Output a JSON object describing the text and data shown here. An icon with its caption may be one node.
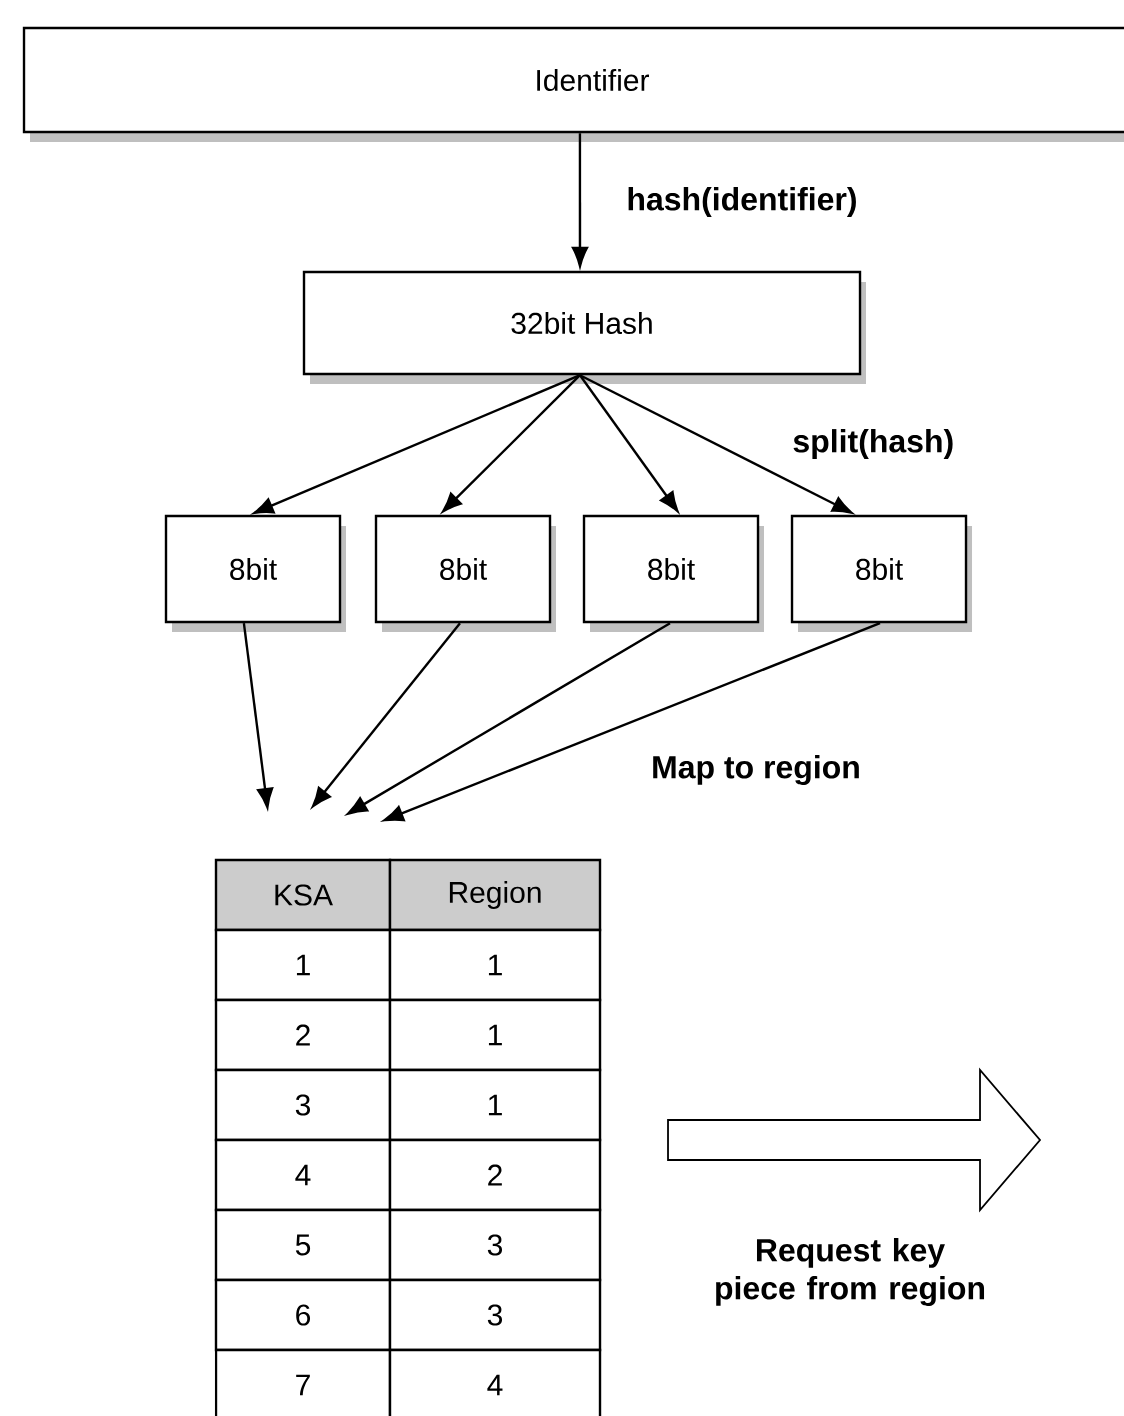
{
  "diagram": {
    "nodes": [
      {
        "text": [
          "Identifier"
        ]
      },
      {
        "text": [
          "32bit Hash"
        ]
      },
      {
        "text": [
          "8bit"
        ]
      },
      {
        "text": [
          "8bit"
        ]
      },
      {
        "text": [
          "8bit"
        ]
      },
      {
        "text": [
          "8bit"
        ]
      }
    ],
    "edges": [
      {
        "from": 0,
        "to": 1,
        "arrow": "to",
        "label": "hash(identifier)"
      },
      {
        "from": 1,
        "to": 2,
        "arrow": "to"
      },
      {
        "from": 1,
        "to": 3,
        "arrow": "to"
      },
      {
        "from": 1,
        "to": 4,
        "arrow": "to"
      },
      {
        "from": 1,
        "to": 5,
        "arrow": "to",
        "label": "split(hash)"
      },
      {
        "from": 2,
        "to": null,
        "arrow": "to"
      },
      {
        "from": 3,
        "to": null,
        "arrow": "to"
      },
      {
        "from": 4,
        "to": null,
        "arrow": "to"
      },
      {
        "from": 5,
        "to": null,
        "arrow": "to"
      }
    ],
    "labels": [
      "Map to region",
      "KSA",
      "Region",
      "1",
      "1",
      "2",
      "1",
      "3",
      "1",
      "4",
      "2",
      "5",
      "3",
      "6",
      "3",
      "7",
      "4",
      "Request key piece from region"
    ]
  }
}
